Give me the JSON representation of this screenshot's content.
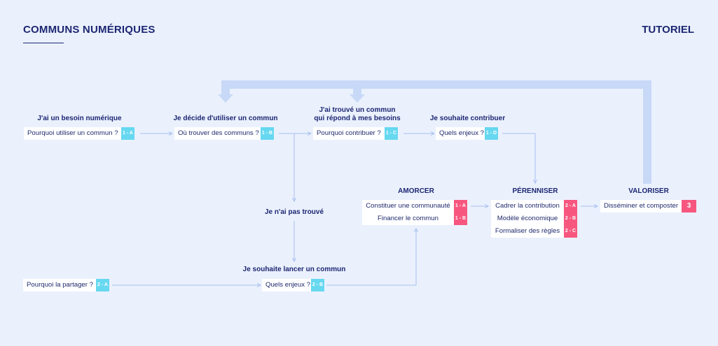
{
  "header": {
    "brand": "COMMUNS NUMÉRIQUES",
    "tutorial": "TUTORIEL"
  },
  "colors": {
    "background": "#eaf1fd",
    "navy": "#1d2672",
    "cyan_badge": "#66d8f0",
    "pink_badge": "#f7577f",
    "feedback_arrow": "#c8d9f7",
    "link": "#a9c0ef"
  },
  "steps": {
    "besoin": {
      "title": "J'ai un besoin numérique",
      "item": "Pourquoi utiliser un commun ?",
      "badge": "1 - A"
    },
    "decide": {
      "title": "Je décide d'utiliser un commun",
      "item": "Où trouver des communs ?",
      "badge": "1 - B"
    },
    "trouve": {
      "title_line1": "J'ai trouvé un commun",
      "title_line2": "qui répond à mes besoins",
      "item": "Pourquoi contribuer ?",
      "badge": "1 - C"
    },
    "contribuer": {
      "title": "Je souhaite contribuer",
      "item": "Quels enjeux ?",
      "badge": "1 - D"
    },
    "pas_trouve": {
      "title": "Je n'ai pas trouvé"
    },
    "lancer": {
      "title": "Je souhaite lancer un commun",
      "item": "Quels enjeux ?",
      "badge": "2 - B"
    },
    "partager": {
      "item": "Pourquoi la partager ?",
      "badge": "2 - A"
    },
    "amorcer": {
      "title": "AMORCER",
      "items": [
        {
          "label": "Constituer une communauté",
          "badge": "1 - A"
        },
        {
          "label": "Financer le commun",
          "badge": "1 - B"
        }
      ]
    },
    "perenniser": {
      "title": "PÉRENNISER",
      "items": [
        {
          "label": "Cadrer la contribution",
          "badge": "2 - A"
        },
        {
          "label": "Modèle économique",
          "badge": "2 - B"
        },
        {
          "label": "Formaliser des règles",
          "badge": "2 - C"
        }
      ]
    },
    "valoriser": {
      "title": "VALORISER",
      "item": "Disséminer et composter",
      "badge": "3"
    }
  }
}
